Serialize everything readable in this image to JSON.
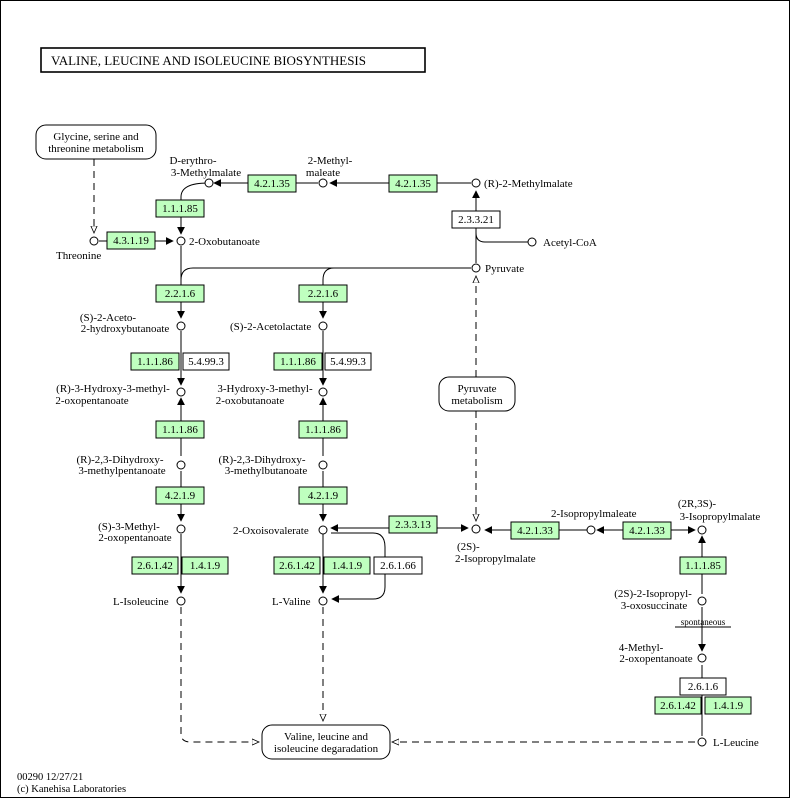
{
  "title": "VALINE, LEUCINE AND ISOLEUCINE BIOSYNTHESIS",
  "footer": {
    "code": "00290 12/27/21",
    "copyright": "(c) Kanehisa Laboratories"
  },
  "maps": {
    "gly": [
      "Glycine, serine and",
      "threonine metabolism"
    ],
    "pyr": [
      "Pyruvate",
      "metabolism"
    ],
    "deg": [
      "Valine, leucine and",
      "isoleucine degaradation"
    ]
  },
  "compounds": {
    "derythro": [
      "D-erythro-",
      "3-Methylmalate"
    ],
    "methylmaleate": [
      "2-Methyl-",
      "maleate"
    ],
    "r2methylmalate": [
      "(R)-2-Methylmalate"
    ],
    "acetylcoa": [
      "Acetyl-CoA"
    ],
    "threonine": [
      "Threonine"
    ],
    "oxobutanoate": [
      "2-Oxobutanoate"
    ],
    "pyruvate": [
      "Pyruvate"
    ],
    "acetohydroxy": [
      "(S)-2-Aceto-",
      "2-hydroxybutanoate"
    ],
    "acetolactate": [
      "(S)-2-Acetolactate"
    ],
    "r3hydroxy": [
      "(R)-3-Hydroxy-3-methyl-",
      "2-oxopentanoate"
    ],
    "hydroxy3": [
      "3-Hydroxy-3-methyl-",
      "2-oxobutanoate"
    ],
    "dihydroxypent": [
      "(R)-2,3-Dihydroxy-",
      "3-methylpentanoate"
    ],
    "dihydroxybut": [
      "(R)-2,3-Dihydroxy-",
      "3-methylbutanoate"
    ],
    "s3methyl": [
      "(S)-3-Methyl-",
      "2-oxopentanoate"
    ],
    "oxoisovalerate": [
      "2-Oxoisovalerate"
    ],
    "isopropylmalate2s": [
      "(2S)-",
      "2-Isopropylmalate"
    ],
    "isopropylmaleate": [
      "2-Isopropylmaleate"
    ],
    "isopropylmalate2r3s": [
      "(2R,3S)-",
      "3-Isopropylmalate"
    ],
    "oxosuccinate": [
      "(2S)-2-Isopropyl-",
      "3-oxosuccinate"
    ],
    "methyloxopentanoate": [
      "4-Methyl-",
      "2-oxopentanoate"
    ],
    "isoleucine": [
      "L-Isoleucine"
    ],
    "valine": [
      "L-Valine"
    ],
    "leucine": [
      "L-Leucine"
    ]
  },
  "enzymes": {
    "e42135a": "4.2.1.35",
    "e42135b": "4.2.1.35",
    "e23321": "2.3.3.21",
    "e11185a": "1.1.1.85",
    "e43119": "4.3.1.19",
    "e2216a": "2.2.1.6",
    "e2216b": "2.2.1.6",
    "e11186a": "1.1.1.86",
    "e54993a": "5.4.99.3",
    "e11186b": "1.1.1.86",
    "e54993b": "5.4.99.3",
    "e11186c": "1.1.1.86",
    "e11186d": "1.1.1.86",
    "e4219a": "4.2.1.9",
    "e4219b": "4.2.1.9",
    "e23313": "2.3.3.13",
    "e42133a": "4.2.1.33",
    "e42133b": "4.2.1.33",
    "e11185b": "1.1.1.85",
    "e26142a": "2.6.1.42",
    "e1419a": "1.4.1.9",
    "e26142b": "2.6.1.42",
    "e1419b": "1.4.1.9",
    "e26166": "2.6.1.66",
    "e2616": "2.6.1.6",
    "e26142c": "2.6.1.42",
    "e1419c": "1.4.1.9"
  },
  "spontaneous": "spontaneous"
}
